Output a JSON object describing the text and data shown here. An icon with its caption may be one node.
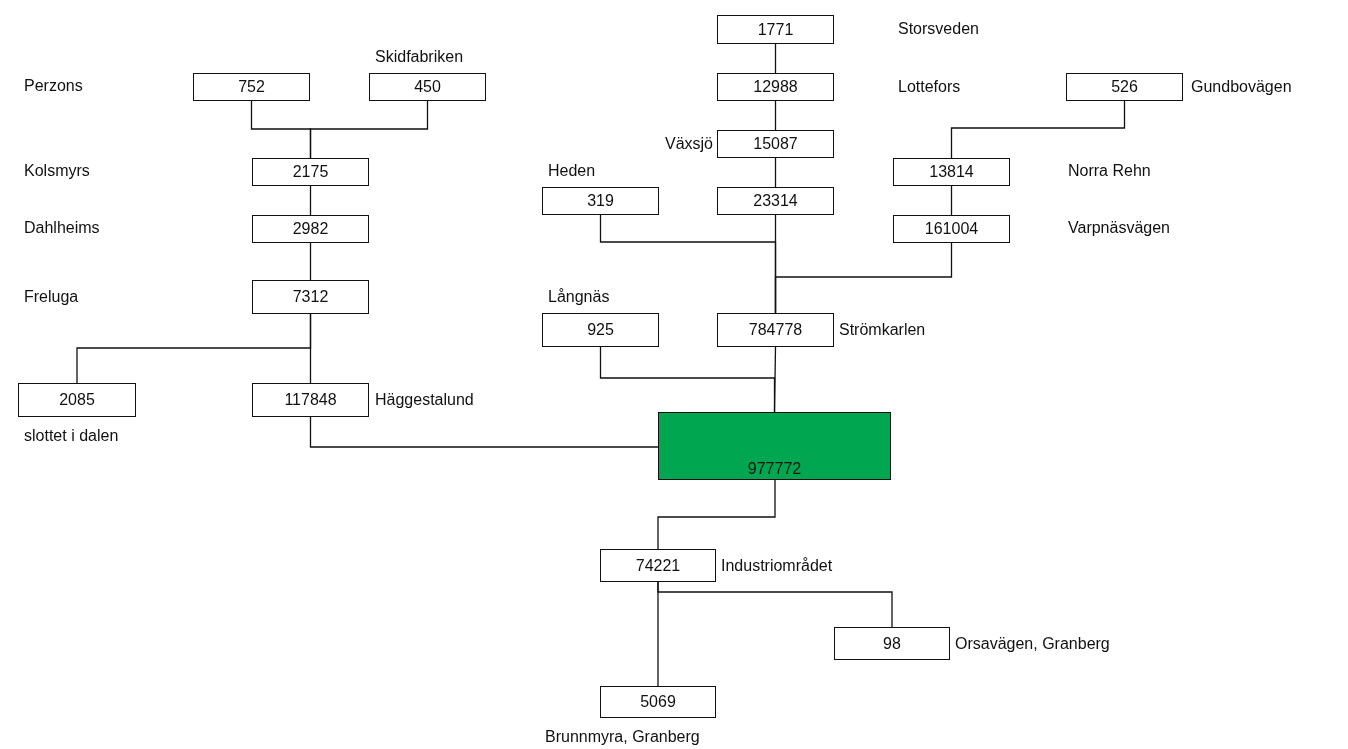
{
  "diagram": {
    "nodes": [
      {
        "text": [
          "752"
        ]
      },
      {
        "text": [
          "450"
        ],
        "beside": [
          "Skidfabriken"
        ]
      },
      {
        "text": [
          "2175"
        ]
      },
      {
        "text": [
          "2982"
        ]
      },
      {
        "text": [
          "7312"
        ]
      },
      {
        "text": [
          "2085"
        ],
        "beside": [
          "slottet i dalen"
        ]
      },
      {
        "text": [
          "117848"
        ],
        "beside": [
          "Häggestalund"
        ]
      },
      {
        "text": [
          "1771"
        ]
      },
      {
        "text": [
          "12988"
        ]
      },
      {
        "text": [
          "15087"
        ],
        "beside": [
          "Växsjö"
        ]
      },
      {
        "text": [
          "319"
        ],
        "beside": [
          "Heden"
        ]
      },
      {
        "text": [
          "23314"
        ]
      },
      {
        "text": [
          "526"
        ],
        "beside": [
          "Gundbovägen"
        ]
      },
      {
        "text": [
          "13814"
        ],
        "beside": [
          "Norra Rehn"
        ]
      },
      {
        "text": [
          "161004"
        ],
        "beside": [
          "Varpnäsvägen"
        ]
      },
      {
        "text": [
          "925"
        ],
        "beside": [
          "Långnäs"
        ]
      },
      {
        "text": [
          "784778"
        ],
        "beside": [
          "Strömkarlen"
        ]
      },
      {
        "text": [
          "977772"
        ]
      },
      {
        "text": [
          "74221"
        ],
        "beside": [
          "Industriområdet"
        ]
      },
      {
        "text": [
          "98"
        ],
        "beside": [
          "Orsavägen, Granberg"
        ]
      },
      {
        "text": [
          "5069"
        ],
        "beside": [
          "Brunnmyra, Granberg"
        ]
      }
    ],
    "edges": [
      {
        "from": 0,
        "to": 2,
        "arrow": "none"
      },
      {
        "from": 1,
        "to": 2,
        "arrow": "none"
      },
      {
        "from": 2,
        "to": 3,
        "arrow": "none"
      },
      {
        "from": 3,
        "to": 4,
        "arrow": "none"
      },
      {
        "from": 4,
        "to": 5,
        "arrow": "none"
      },
      {
        "from": 4,
        "to": 6,
        "arrow": "none"
      },
      {
        "from": 6,
        "to": 17,
        "arrow": "none"
      },
      {
        "from": 7,
        "to": 8,
        "arrow": "none"
      },
      {
        "from": 8,
        "to": 9,
        "arrow": "none"
      },
      {
        "from": 9,
        "to": 11,
        "arrow": "none"
      },
      {
        "from": 11,
        "to": 16,
        "arrow": "none"
      },
      {
        "from": 10,
        "to": 16,
        "arrow": "none"
      },
      {
        "from": 12,
        "to": 13,
        "arrow": "none"
      },
      {
        "from": 13,
        "to": 14,
        "arrow": "none"
      },
      {
        "from": 14,
        "to": 16,
        "arrow": "none"
      },
      {
        "from": 15,
        "to": 17,
        "arrow": "none"
      },
      {
        "from": 16,
        "to": 17,
        "arrow": "none"
      },
      {
        "from": 17,
        "to": 18,
        "arrow": "none"
      },
      {
        "from": 18,
        "to": 20,
        "arrow": "none"
      },
      {
        "from": 18,
        "to": 19,
        "arrow": "none"
      }
    ],
    "labels": [
      "Storsveden",
      "Perzons",
      "Lottefors",
      "Kolsmyrs",
      "Dahlheims",
      "Freluga"
    ]
  }
}
